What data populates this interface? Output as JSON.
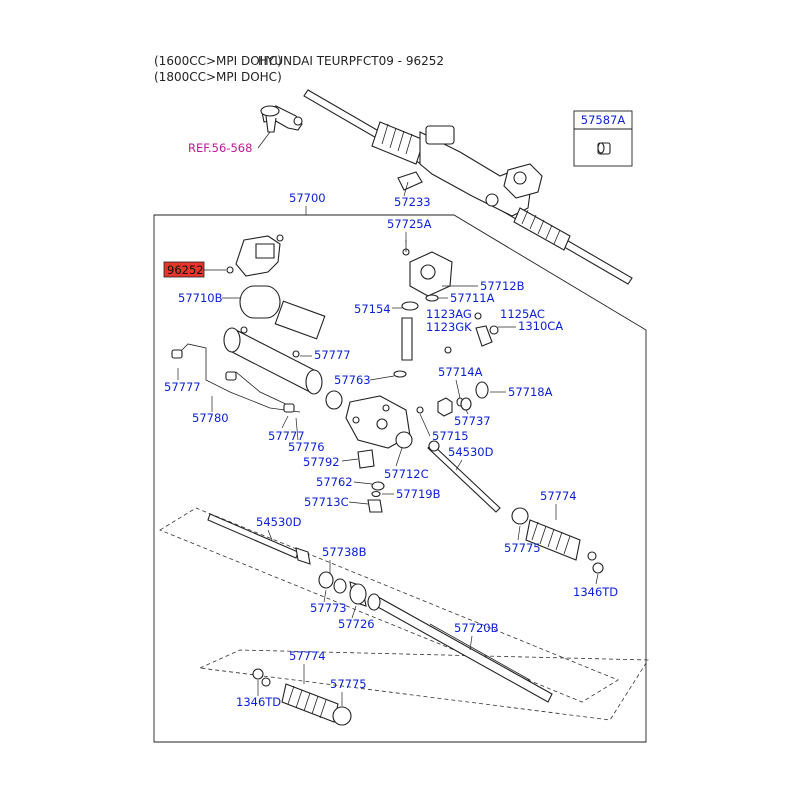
{
  "header": {
    "line1": "(1600CC>MPI DOHC)",
    "title": "HYUNDAI TEURPFCT09 - 96252",
    "line2": "(1800CC>MPI DOHC)"
  },
  "ref_link": "REF.56-568",
  "highlight_part": "96252",
  "colors": {
    "part_label": "#0a1fd6",
    "ref_label": "#c0179c",
    "highlight_fill": "#e8352b"
  },
  "parts": {
    "p57587a": "57587A",
    "p57233": "57233",
    "p57700": "57700",
    "p57725a": "57725A",
    "p57712b": "57712B",
    "p57711a": "57711A",
    "p57154": "57154",
    "p1123ag": "1123AG",
    "p1125ac": "1125AC",
    "p1123gk": "1123GK",
    "p1310ca": "1310CA",
    "p57710b": "57710B",
    "p57777a": "57777",
    "p57777b": "57777",
    "p57777c": "57777",
    "p57763": "57763",
    "p57714a": "57714A",
    "p57718a": "57718A",
    "p57780": "57780",
    "p57737": "57737",
    "p57715": "57715",
    "p57776": "57776",
    "p57792": "57792",
    "p54530d_a": "54530D",
    "p57712c": "57712C",
    "p57762": "57762",
    "p57719b": "57719B",
    "p57713c": "57713C",
    "p57774_a": "57774",
    "p54530d_b": "54530D",
    "p57738b": "57738B",
    "p57775_a": "57775",
    "p1346td_a": "1346TD",
    "p57773": "57773",
    "p57726": "57726",
    "p57720b": "57720B",
    "p57774_b": "57774",
    "p57775_b": "57775",
    "p1346td_b": "1346TD"
  }
}
